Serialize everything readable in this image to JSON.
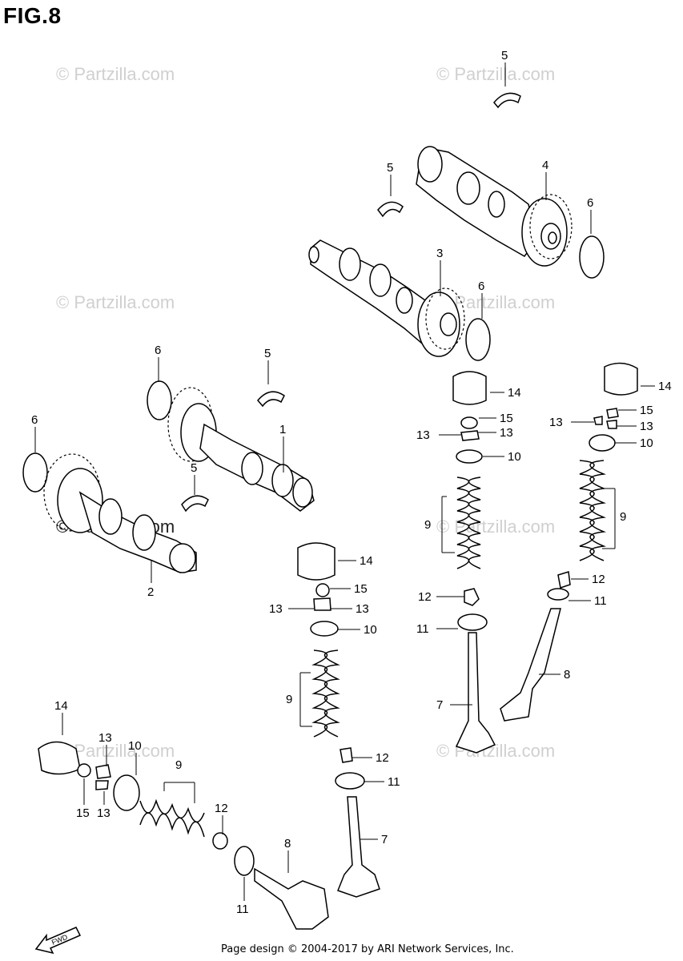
{
  "figure": {
    "title": "FIG.8"
  },
  "watermark": {
    "text": "© Partzilla.com"
  },
  "fwd_label": "FWD",
  "footer": {
    "text": "Page design © 2004-2017 by ARI Network Services, Inc."
  },
  "callouts": {
    "c1": "1",
    "c2": "2",
    "c3": "3",
    "c4": "4",
    "c5": "5",
    "c6": "6",
    "c7": "7",
    "c8": "8",
    "c9": "9",
    "c10": "10",
    "c11": "11",
    "c12": "12",
    "c13": "13",
    "c14": "14",
    "c15": "15"
  }
}
